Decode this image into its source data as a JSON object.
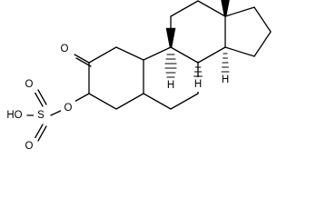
{
  "molecule": {
    "labels": {
      "oxo_oxygen": "O",
      "ester_oxygen": "O",
      "sulfur": "S",
      "sulfonyl_oxygen_top": "O",
      "sulfonyl_oxygen_bottom": "O",
      "hydroxyl": "HO",
      "h_c9": "H",
      "h_c8": "H",
      "h_c14": "H"
    }
  }
}
